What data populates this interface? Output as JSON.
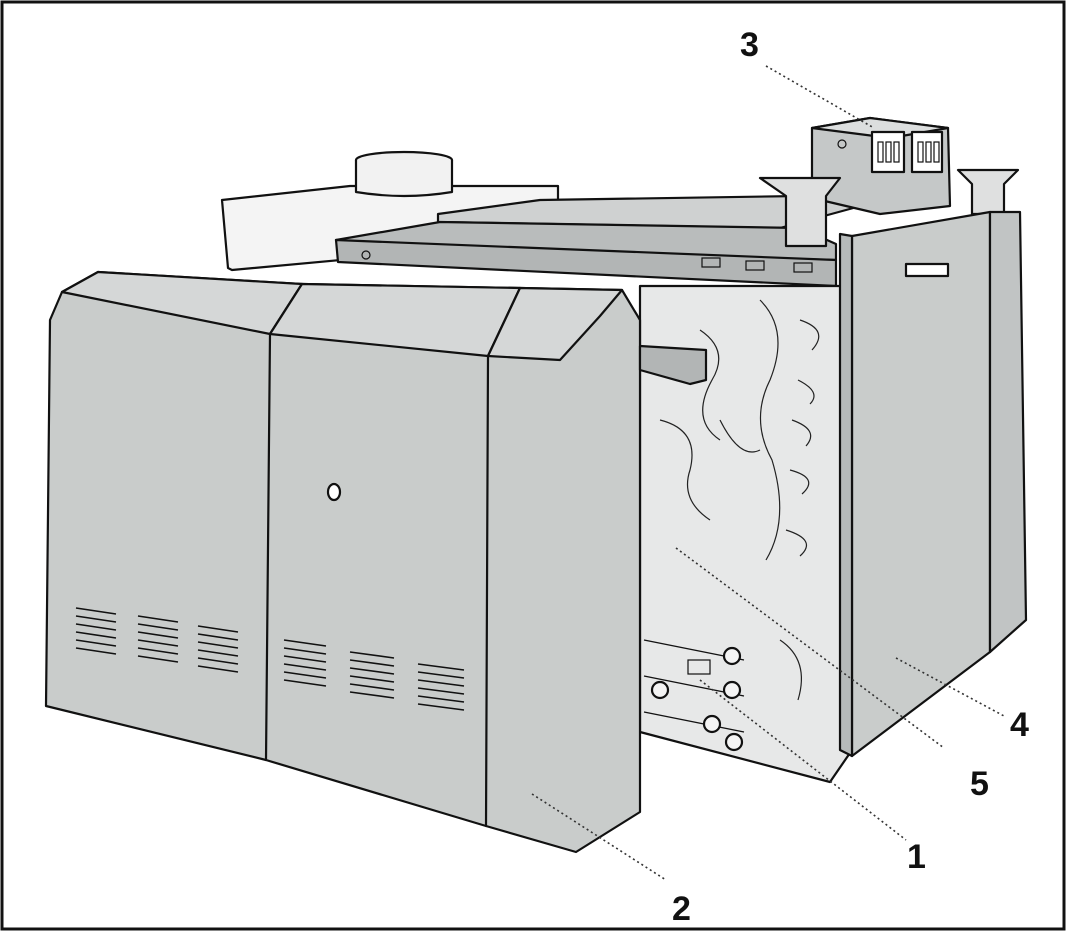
{
  "diagram": {
    "callouts": [
      {
        "id": "1",
        "label": "1"
      },
      {
        "id": "2",
        "label": "2"
      },
      {
        "id": "3",
        "label": "3"
      },
      {
        "id": "4",
        "label": "4"
      },
      {
        "id": "5",
        "label": "5"
      }
    ],
    "colors": {
      "panel": "#c9cccb",
      "panel_dark": "#b7bbba",
      "insulation": "#e6e7e7",
      "background": "#ffffff",
      "line": "#111111"
    },
    "icons": [
      "boiler-casing-exploded-drawing"
    ]
  }
}
